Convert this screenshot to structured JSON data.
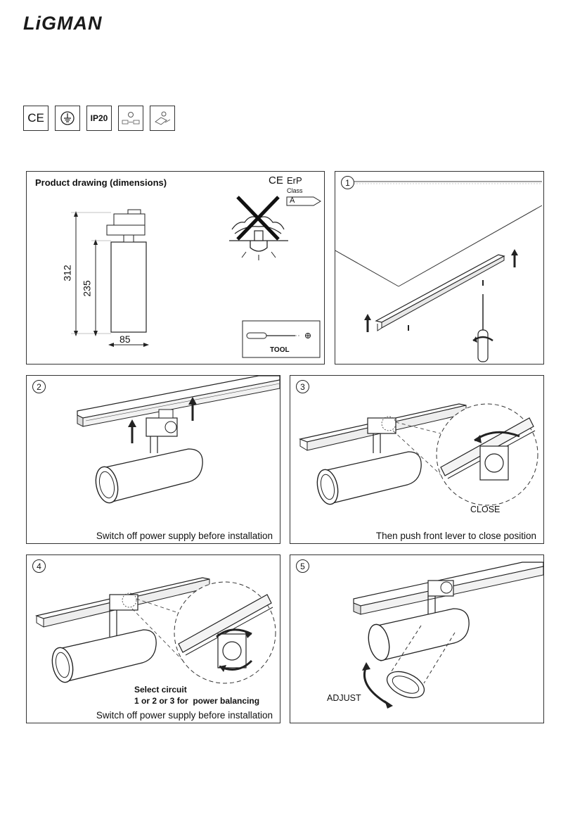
{
  "brand": {
    "logo_text": "LiGMAN"
  },
  "certifications": [
    {
      "icon": "ce-mark-icon",
      "label": "CE"
    },
    {
      "icon": "earth-ground-icon",
      "label": ""
    },
    {
      "icon": "ip-rating-icon",
      "label": "IP20"
    },
    {
      "icon": "track-adapter-icon",
      "label": ""
    },
    {
      "icon": "track-connector-icon",
      "label": ""
    }
  ],
  "product_drawing": {
    "title": "Product drawing (dimensions)",
    "dim_total_height": "312",
    "dim_body_height": "235",
    "dim_diameter": "85",
    "ce_mark": "CE",
    "erp_label": "ErP",
    "erp_class_label": "Class",
    "erp_class_value": "A",
    "tool_label": "TOOL"
  },
  "steps": [
    {
      "number": "1",
      "caption": ""
    },
    {
      "number": "2",
      "caption": "Switch off power supply before installation"
    },
    {
      "number": "3",
      "caption": "Then push front lever to close position",
      "callout": "CLOSE"
    },
    {
      "number": "4",
      "caption": "Switch off power supply before installation",
      "note_line1": "Select circuit",
      "note_line2": "1 or 2 or 3 for  power balancing"
    },
    {
      "number": "5",
      "caption": "",
      "callout": "ADJUST"
    }
  ]
}
